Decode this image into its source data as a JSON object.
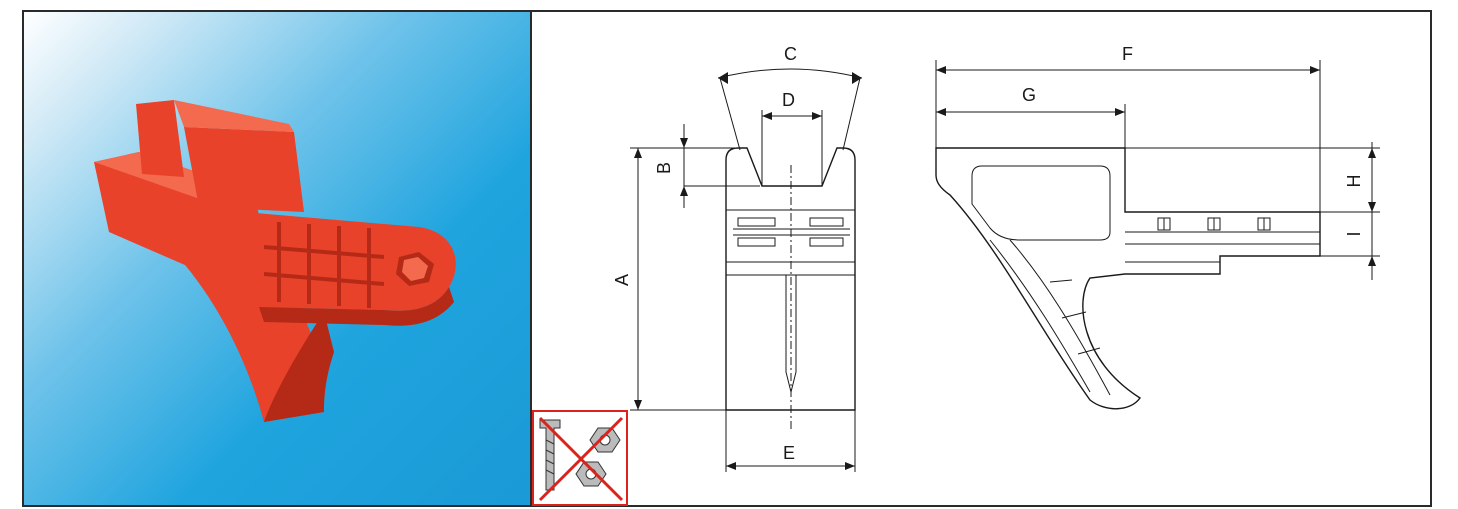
{
  "dimension_labels": {
    "A": "A",
    "B": "B",
    "C": "C",
    "D": "D",
    "E": "E",
    "F": "F",
    "G": "G",
    "H": "H",
    "I": "I"
  },
  "colors": {
    "part": "#e8422a",
    "part_shadow": "#b52a16",
    "part_highlight": "#f46a4e",
    "background_blue": "#1a9ad6",
    "warning_red": "#d9231c",
    "line": "#1a1a1a"
  },
  "icons": {
    "product_photo": "red-plastic-clip-3d-render",
    "no_tools_badge": "no-screws-no-nuts-icon"
  }
}
